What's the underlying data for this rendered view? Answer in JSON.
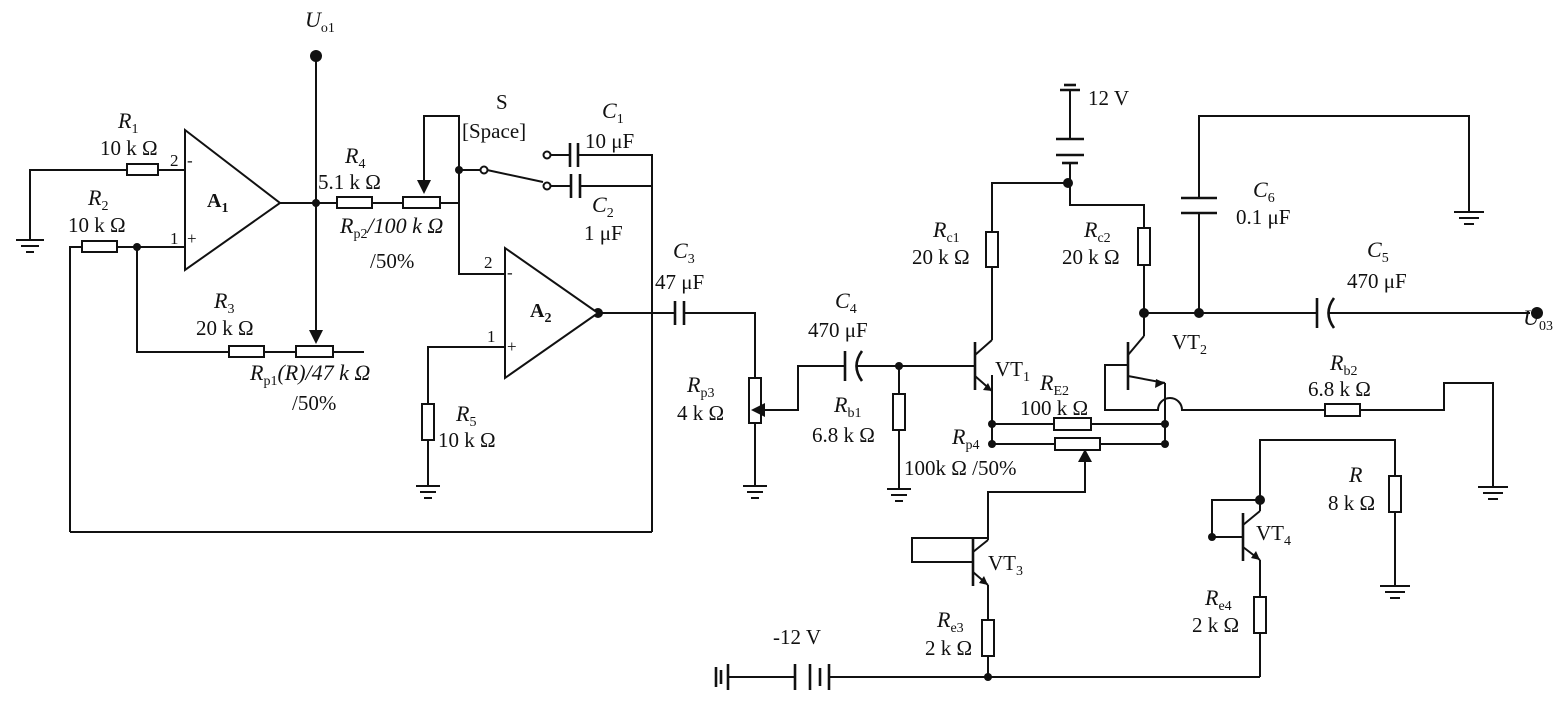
{
  "colors": {
    "ink": "#111111",
    "background": "#ffffff"
  },
  "labels": {
    "uo1": {
      "sym": "U",
      "sub": "o1"
    },
    "uo3": {
      "sym": "U",
      "sub": "03"
    },
    "a1": {
      "sym": "A",
      "sub": "1"
    },
    "a2": {
      "sym": "A",
      "sub": "2"
    },
    "switch": {
      "name": "S",
      "key": "[Space]"
    },
    "r1": {
      "sym": "R",
      "sub": "1",
      "value": "10 k Ω"
    },
    "r2": {
      "sym": "R",
      "sub": "2",
      "value": "10 k Ω"
    },
    "r3": {
      "sym": "R",
      "sub": "3",
      "value": "20 k Ω"
    },
    "r4": {
      "sym": "R",
      "sub": "4",
      "value": "5.1 k Ω"
    },
    "r5": {
      "sym": "R",
      "sub": "5",
      "value": "10 k Ω"
    },
    "rp1": {
      "sym": "R",
      "sub": "p1",
      "mid": "(R)/47 k Ω",
      "pct": "/50%"
    },
    "rp2": {
      "sym": "R",
      "sub": "p2",
      "mid": "/100 k Ω",
      "pct": "/50%"
    },
    "rp3": {
      "sym": "R",
      "sub": "p3",
      "value": "4 k Ω"
    },
    "rp4": {
      "sym": "R",
      "sub": "p4",
      "value": "100k Ω /50%"
    },
    "c1": {
      "sym": "C",
      "sub": "1",
      "value": "10 μF"
    },
    "c2": {
      "sym": "C",
      "sub": "2",
      "value": "1 μF"
    },
    "c3": {
      "sym": "C",
      "sub": "3",
      "value": "47 μF"
    },
    "c4": {
      "sym": "C",
      "sub": "4",
      "value": "470 μF"
    },
    "c5": {
      "sym": "C",
      "sub": "5",
      "value": "470 μF"
    },
    "c6": {
      "sym": "C",
      "sub": "6",
      "value": "0.1 μF"
    },
    "rc1": {
      "sym": "R",
      "sub": "c1",
      "value": "20 k Ω"
    },
    "rc2": {
      "sym": "R",
      "sub": "c2",
      "value": "20 k Ω"
    },
    "rb1": {
      "sym": "R",
      "sub": "b1",
      "value": "6.8 k Ω"
    },
    "rb2": {
      "sym": "R",
      "sub": "b2",
      "value": "6.8 k Ω"
    },
    "re2": {
      "sym": "R",
      "sub": "E2",
      "value": "100 k Ω"
    },
    "re3": {
      "sym": "R",
      "sub": "e3",
      "value": "2 k Ω"
    },
    "re4": {
      "sym": "R",
      "sub": "e4",
      "value": "2 k Ω"
    },
    "r": {
      "sym": "R",
      "value": "8 k Ω"
    },
    "vt1": {
      "name": "VT",
      "sub": "1"
    },
    "vt2": {
      "name": "VT",
      "sub": "2"
    },
    "vt3": {
      "name": "VT",
      "sub": "3"
    },
    "vt4": {
      "name": "VT",
      "sub": "4"
    },
    "vplus": "12 V",
    "vminus": "-12 V"
  },
  "pins": {
    "a1_inv": "2",
    "a1_inv_sign": "-",
    "a1_noninv": "1",
    "a1_noninv_sign": "+",
    "a2_inv": "2",
    "a2_inv_sign": "-",
    "a2_noninv": "1",
    "a2_noninv_sign": "+"
  }
}
